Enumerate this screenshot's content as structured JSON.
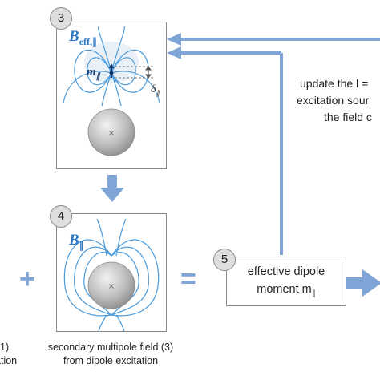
{
  "panel3": {
    "number": "3",
    "field_label_main": "B",
    "field_label_sub": "eff,∥",
    "moment_label_main": "m",
    "moment_label_sub": "∥",
    "delta_label_main": "δ",
    "delta_label_sub": "∥"
  },
  "panel4": {
    "number": "4",
    "field_label_main": "B",
    "field_label_sub": "∥",
    "caption_line1": "secondary multipole field (3)",
    "caption_line2": "from dipole excitation"
  },
  "left_caption": {
    "line1": "1)",
    "line2": "ation"
  },
  "operators": {
    "plus": "+",
    "equals": "="
  },
  "box5": {
    "number": "5",
    "line1": "effective dipole",
    "line2_main": "moment m",
    "line2_sub": "∥"
  },
  "right_text": {
    "line1": "update the l =",
    "line2": "excitation sour",
    "line3": "the field c"
  },
  "colors": {
    "arrow": "#7fa4d6",
    "field_lines": "#4a9bdc",
    "label_blue": "#2f78c4",
    "border": "#8a8a8a"
  }
}
